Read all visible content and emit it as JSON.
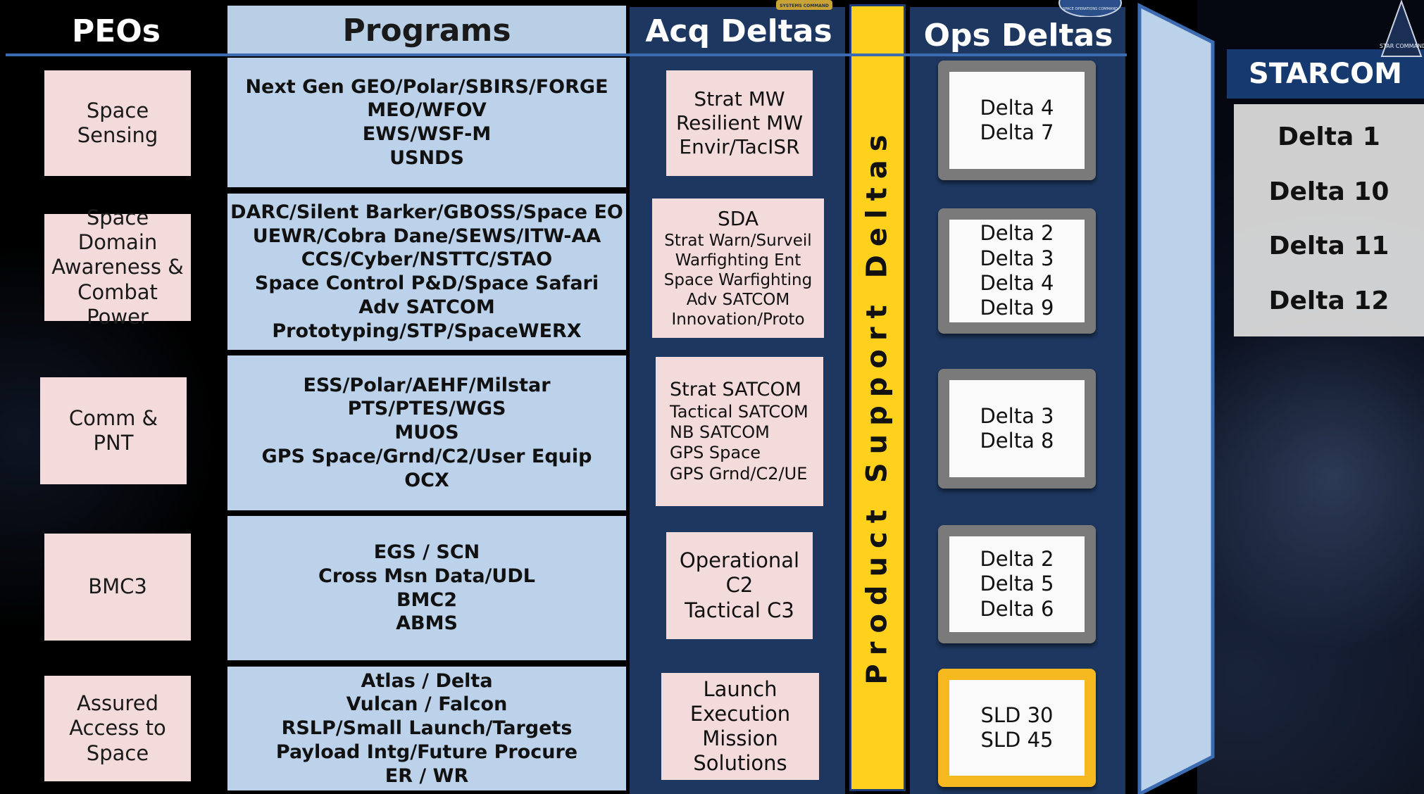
{
  "headers": {
    "peos": "PEOs",
    "programs": "Programs",
    "acq": "Acq Deltas",
    "ops": "Ops Deltas",
    "product_support": "Product Support Deltas"
  },
  "rows": [
    {
      "peo": "Space\nSensing",
      "programs": [
        "Next Gen GEO/Polar/SBIRS/FORGE",
        "MEO/WFOV",
        "EWS/WSF-M",
        "USNDS"
      ],
      "acq": [
        "Strat MW",
        "Resilient MW",
        "Envir/TacISR"
      ],
      "ops": [
        "Delta 4",
        "Delta 7"
      ]
    },
    {
      "peo": "Space Domain\nAwareness &\nCombat\nPower",
      "programs": [
        "DARC/Silent Barker/GBOSS/Space EO",
        "UEWR/Cobra Dane/SEWS/ITW-AA",
        "CCS/Cyber/NSTTC/STAO",
        "Space Control P&D/Space Safari",
        "Adv SATCOM",
        "Prototyping/STP/SpaceWERX"
      ],
      "acq": [
        "SDA",
        "Strat Warn/Surveil",
        "Warfighting Ent",
        "Space Warfighting",
        "Adv SATCOM",
        "Innovation/Proto"
      ],
      "ops": [
        "Delta 2",
        "Delta 3",
        "Delta 4",
        "Delta 9"
      ]
    },
    {
      "peo": "Comm &\nPNT",
      "programs": [
        "ESS/Polar/AEHF/Milstar",
        "PTS/PTES/WGS",
        "MUOS",
        "GPS Space/Grnd/C2/User Equip",
        "OCX"
      ],
      "acq": [
        "Strat SATCOM",
        "Tactical SATCOM",
        "NB SATCOM",
        "GPS Space",
        "GPS Grnd/C2/UE"
      ],
      "ops": [
        "Delta 3",
        "Delta 8"
      ]
    },
    {
      "peo": "BMC3",
      "programs": [
        "EGS / SCN",
        "Cross Msn Data/UDL",
        "BMC2",
        "ABMS"
      ],
      "acq": [
        "Operational",
        "C2",
        "Tactical C3"
      ],
      "ops": [
        "Delta 2",
        "Delta 5",
        "Delta 6"
      ]
    },
    {
      "peo": "Assured\nAccess to\nSpace",
      "programs": [
        "Atlas / Delta",
        "Vulcan / Falcon",
        "RSLP/Small Launch/Targets",
        "Payload Intg/Future Procure",
        "ER / WR"
      ],
      "acq": [
        "Launch",
        "Execution",
        "Mission",
        "Solutions"
      ],
      "ops": [
        "SLD 30",
        "SLD 45"
      ]
    }
  ],
  "starcom": {
    "title": "STARCOM",
    "items": [
      "Delta 1",
      "Delta 10",
      "Delta 11",
      "Delta 12"
    ]
  },
  "emblems": {
    "ssc_text": "SYSTEMS COMMAND",
    "spoc_text": "SPACE OPERATIONS COMMAND",
    "starcom_text": "STAR COMMAND"
  },
  "colors": {
    "peo_fill": "#f3dadb",
    "program_fill": "#bcd2ea",
    "column_navy": "#1d3760",
    "product_support_yellow": "#ffd11c",
    "ops_frame_gray": "#7a7a7a",
    "ops_frame_gold": "#f5b81f",
    "starcom_header": "#163a70"
  }
}
